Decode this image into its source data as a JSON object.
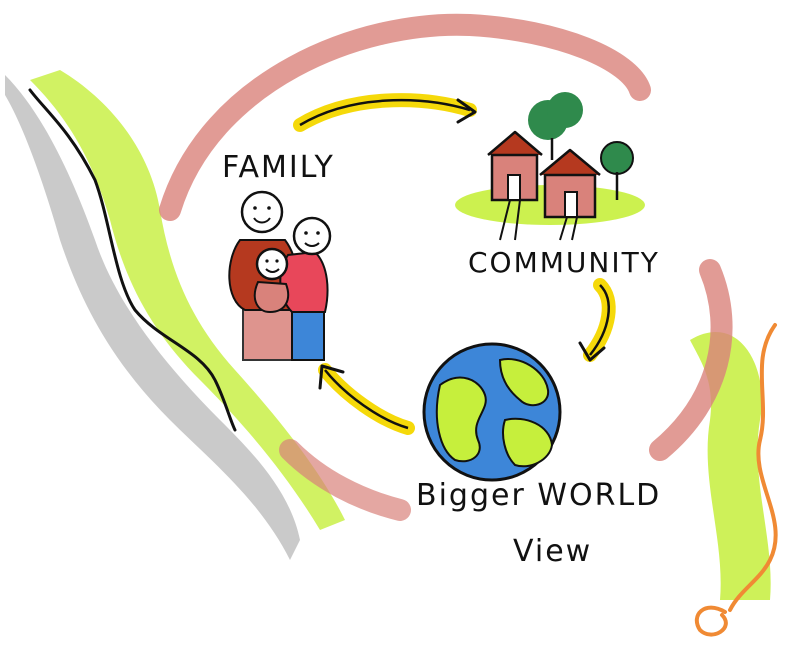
{
  "stages": [
    {
      "id": "family",
      "label": "FAMILY",
      "icon": "family-icon"
    },
    {
      "id": "community",
      "label": "COMMUNITY",
      "icon": "houses-icon"
    },
    {
      "id": "world",
      "label_line1": "Bigger WORLD",
      "label_line2": "View",
      "icon": "globe-icon"
    }
  ],
  "colors": {
    "ring": "#d9827b",
    "arrow": "#f5d90a",
    "green": "#c6ef3c",
    "grey": "#b8b8b8",
    "orange": "#f08a34",
    "ocean": "#3d86d8",
    "red_shirt": "#b5391f",
    "pink_shirt": "#e8475a",
    "tree": "#2f8a4c"
  }
}
